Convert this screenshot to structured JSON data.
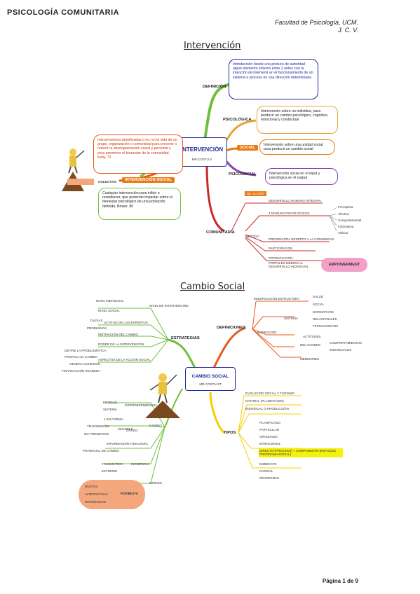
{
  "header": {
    "title": "PSICOLOGÍA COMUNITARIA",
    "faculty": "Facultad de Psicología, UCM.",
    "initials": "J. C. V."
  },
  "map1": {
    "title": "Intervención",
    "center": "INTERVENCIÓN",
    "center_sub": "MR-COSTU.S",
    "branches": {
      "definicion": "DEFINICIÓN",
      "psicologica": "PSICOLÓGICA",
      "social": "SOCIAL",
      "psicosocial": "PSICOSOCIAL",
      "comunitaria": "COMUNITARIA",
      "colectivo": "COLECTIVO",
      "intervencion_social": "INTERVENCIÓN SOCIAL"
    },
    "definicion_text": "Introducción desde una postura de autoridad algún elemento externo entre 2 entes con la intención de intervenir en el funcionamiento de un sistema o proceso en una dirección determinada",
    "psicologica_text": "Intervención sobre un individuo, para producir un cambio psicológico, cognitivo, emocional y conductual",
    "social_text": "Intervención sobre una unidad social para producir un cambio social",
    "psicosocial_text": "Intervención social en el input y psicológica en el output",
    "colectivo_text": "Intervenciones planificadas o no, en la vida de un grupo, organización o comunidad para prevenir o reducir la desorganización social y personal y para promover el bienestar de la comunidad. Kelly, 72",
    "intervencion_social_text": "Cualquier intervención para influir o restablecer, que pretende impactar sobre el bienestar psicológico de una población definida. Bower, 80",
    "comunitaria_tag": "DE ACCIÓN",
    "comunitaria_items": [
      "DESARROLLO HUMANO INTEGRAL",
      "4 NIVELES PSICOLÓGICOS",
      "PREVENCIÓN: RESPETO A LA COMUNIDAD",
      "PARTICIPACIÓN",
      "POTENCIACIÓN",
      "PORTALES MEDIOS AL DESARROLLO INDIVIDUAL"
    ],
    "comunitaria_levels": [
      "Perceptiva",
      "Afectiva",
      "Comportamental",
      "Informativa",
      "Volitiva"
    ],
    "metodo_label": "MÉTODO",
    "empowerment": "EMPOWERMENT"
  },
  "map2": {
    "title": "Cambio Social",
    "center": "CAMBIO SOCIAL",
    "center_sub": "MR-COSTU.ST",
    "branches": {
      "estrategias": "ESTRATEGIAS",
      "definiciones": "DEFINICIONES",
      "tipos": "TIPOS"
    },
    "estrategias_items": [
      "NIVEL DE INTERVENCIÓN",
      "ACTITUD DE LOS EXPERTOS",
      "MOTIVACIÓN DEL CAMBIO",
      "PODER DE LA INTERVENCIÓN",
      "ASPECTOS DE LA ACCIÓN SOCIAL"
    ],
    "estrategias_leaves": [
      "NIVEL INDIVIDUAL",
      "NIVEL SOCIAL",
      "CAUSAS",
      "PROBLEMAS",
      "DEFINE LA PROBLEMÁTICA",
      "PROPICIA EL CAMBIO",
      "GENERA COHESIÓN",
      "FINANCIACIÓN RECIBIDA"
    ],
    "definiciones_items": [
      "MODIFICACIÓN ESTRUCTURA",
      "ALTERACIÓN",
      "SISTEMA",
      "ACTITUDES",
      "RELACIONES",
      "MEDIDORES"
    ],
    "definiciones_leaves": [
      "SALUD",
      "SOCIAL",
      "NORMATIVOS",
      "RELACIONALES",
      "TECNOLÓGICOS",
      "COMPORTAMIENTOS",
      "INDIVIDUALES"
    ],
    "tipos_items": [
      "EVOLUCIÓN SOCIAL Y TURISMO",
      "NATURAL (PLANIFICADO)",
      "INDIVIDUAL O PRODUCCIÓN",
      "PLANIFICADO",
      "PARTICULAR",
      "GRADUADO",
      "INTENCIONAL",
      "DIRECTO (PROCESO) + COMPONENTE (ENFOQUE PROGRAMA SOCIAL)",
      "INMEDIATO",
      "RADICAL",
      "REVERSIBLE"
    ],
    "left_items": [
      "INTERDEPENDENCIA",
      "CAMBIO",
      "GRADO",
      "INCIDENCIA",
      "ORIGEN"
    ],
    "left_leaves": [
      "ENTIDAD",
      "SISTEMA",
      "1 EN FORMA",
      "MULTIPLE",
      "TRANSMISIÓN",
      "NO PRESENTES",
      "INFORMACIÓN FUNCIONAL",
      "POTENCIAL DE CAMBIO",
      "TRAUMÁTICO",
      "EXTREMO"
    ],
    "cloud_items": [
      "NUEVAS",
      "ALTERNATIVAS",
      "DIFERENCIAS"
    ],
    "cloud_label": "POSIBILITA"
  },
  "footer": {
    "page": "Página 1 de 9"
  },
  "colors": {
    "definicion": "#1f2a9c",
    "psicologica": "#e8a33a",
    "social": "#e87a14",
    "psicosocial": "#8a3fb5",
    "comunitaria": "#cc2a2a",
    "colectivo": "#e85a1c",
    "intervencion_social": "#77c43a",
    "cloud": "#f4a77d",
    "highlight": "#f5f00c",
    "empowerment": "#f2a0c8"
  }
}
